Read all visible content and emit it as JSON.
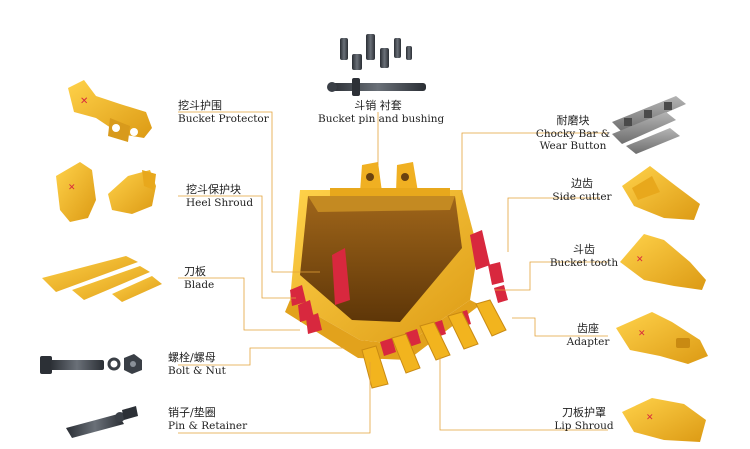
{
  "labels": {
    "bucket_protector": {
      "zh": "挖斗护围",
      "en": "Bucket Protector"
    },
    "heel_shroud": {
      "zh": "挖斗保护块",
      "en": "Heel Shroud"
    },
    "blade": {
      "zh": "刀板",
      "en": "Blade"
    },
    "bolt_nut": {
      "zh": "螺栓/螺母",
      "en": "Bolt & Nut"
    },
    "pin_retainer": {
      "zh": "销子/垫圈",
      "en": "Pin & Retainer"
    },
    "bucket_pin": {
      "zh": "斗销 衬套",
      "en": "Bucket pin and bushing"
    },
    "chocky_bar": {
      "zh": "耐磨块",
      "en1": "Chocky Bar &",
      "en2": "Wear Button"
    },
    "side_cutter": {
      "zh": "边齿",
      "en": "Side cutter"
    },
    "bucket_tooth": {
      "zh": "斗齿",
      "en": "Bucket tooth"
    },
    "adapter": {
      "zh": "齿座",
      "en": "Adapter"
    },
    "lip_shroud": {
      "zh": "刀板护罩",
      "en": "Lip Shroud"
    }
  },
  "colors": {
    "bucket_yellow": "#f2b41e",
    "bucket_dark": "#c98a12",
    "inner_brown": "#7a4a12",
    "wear_red": "#d8283e",
    "steel_dark": "#3a3f46",
    "leader_line": "#e4a23a"
  }
}
